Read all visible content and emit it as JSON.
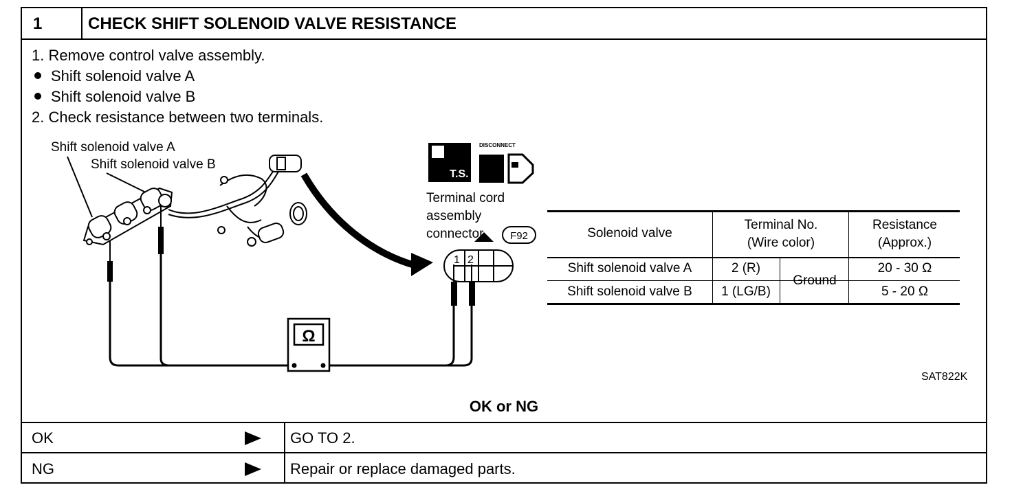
{
  "header": {
    "step_no": "1",
    "title": "CHECK SHIFT SOLENOID VALVE RESISTANCE"
  },
  "instructions": {
    "line1": "1.  Remove control valve assembly.",
    "bullet1": "Shift solenoid valve A",
    "bullet2": "Shift solenoid valve B",
    "line2": "2.  Check resistance between two terminals."
  },
  "diagram": {
    "label_valve_a": "Shift solenoid valve A",
    "label_valve_b": "Shift solenoid valve B",
    "ts_label": "T.S.",
    "disconnect_label": "DISCONNECT",
    "connector_label_1": "Terminal cord",
    "connector_label_2": "assembly",
    "connector_label_3": "connector",
    "connector_code": "F92",
    "terminal_1": "1",
    "terminal_2": "2",
    "meter_symbol": "Ω",
    "figure_code": "SAT822K"
  },
  "table": {
    "col1": "Solenoid valve",
    "col2_line1": "Terminal No.",
    "col2_line2": "(Wire color)",
    "col3_line1": "Resistance",
    "col3_line2": "(Approx.)",
    "rows": [
      {
        "valve": "Shift solenoid valve A",
        "terminal": "2 (R)",
        "resistance": "20 - 30 Ω"
      },
      {
        "valve": "Shift solenoid valve B",
        "terminal": "1 (LG/B)",
        "resistance": "5 - 20 Ω"
      }
    ],
    "ground": "Ground"
  },
  "result_prompt": "OK or NG",
  "results": [
    {
      "status": "OK",
      "action": "GO TO 2."
    },
    {
      "status": "NG",
      "action": "Repair or replace damaged parts."
    }
  ]
}
